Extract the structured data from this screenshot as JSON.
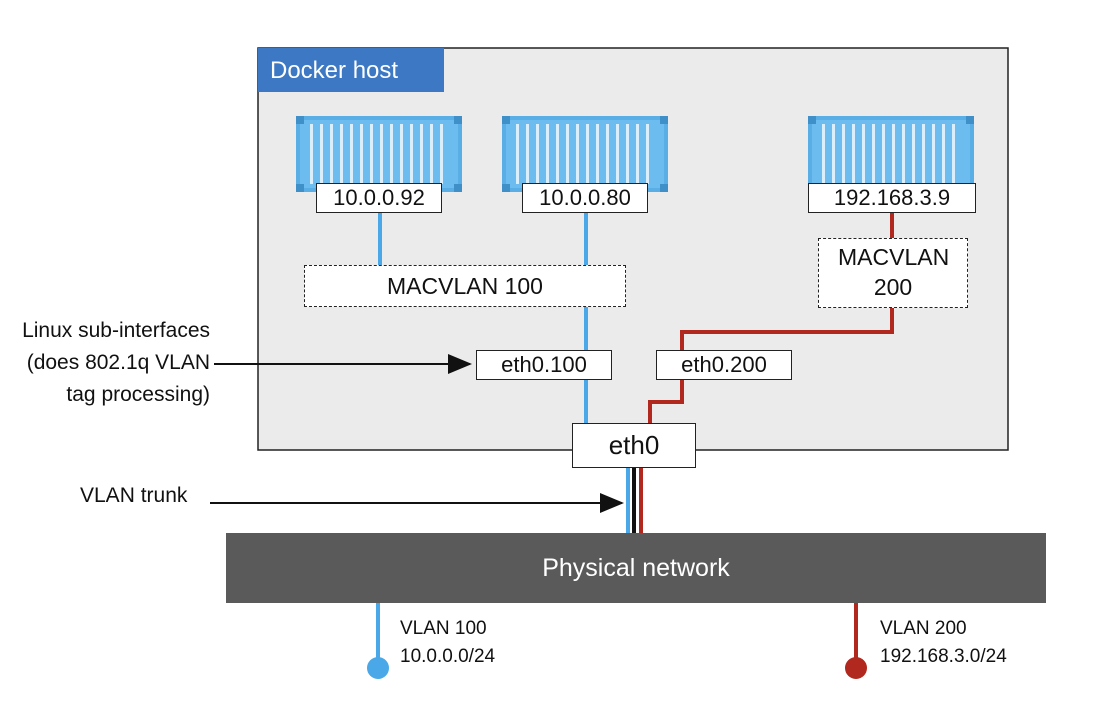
{
  "host": {
    "title": "Docker host"
  },
  "containers": [
    {
      "ip": "10.0.0.92",
      "color": "#5aaee6"
    },
    {
      "ip": "10.0.0.80",
      "color": "#5aaee6"
    },
    {
      "ip": "192.168.3.9",
      "color": "#5aaee6"
    }
  ],
  "macvlans": [
    {
      "label": "MACVLAN 100"
    },
    {
      "label": "MACVLAN 200"
    }
  ],
  "interfaces": {
    "sub100": "eth0.100",
    "sub200": "eth0.200",
    "parent": "eth0"
  },
  "annotations": {
    "subif_line1": "Linux sub-interfaces",
    "subif_line2": "(does 802.1q VLAN",
    "subif_line3": "tag processing)",
    "trunk": "VLAN trunk"
  },
  "network": {
    "label": "Physical network",
    "vlans": [
      {
        "name": "VLAN 100",
        "subnet": "10.0.0.0/24",
        "color": "#4aa8e8"
      },
      {
        "name": "VLAN 200",
        "subnet": "192.168.3.0/24",
        "color": "#b0281e"
      }
    ]
  },
  "colors": {
    "vlan100": "#4aa8e8",
    "vlan200": "#b0281e",
    "host_bg": "#ebebeb",
    "title_bg": "#3c78c3",
    "network_bg": "#5a5a5a"
  }
}
